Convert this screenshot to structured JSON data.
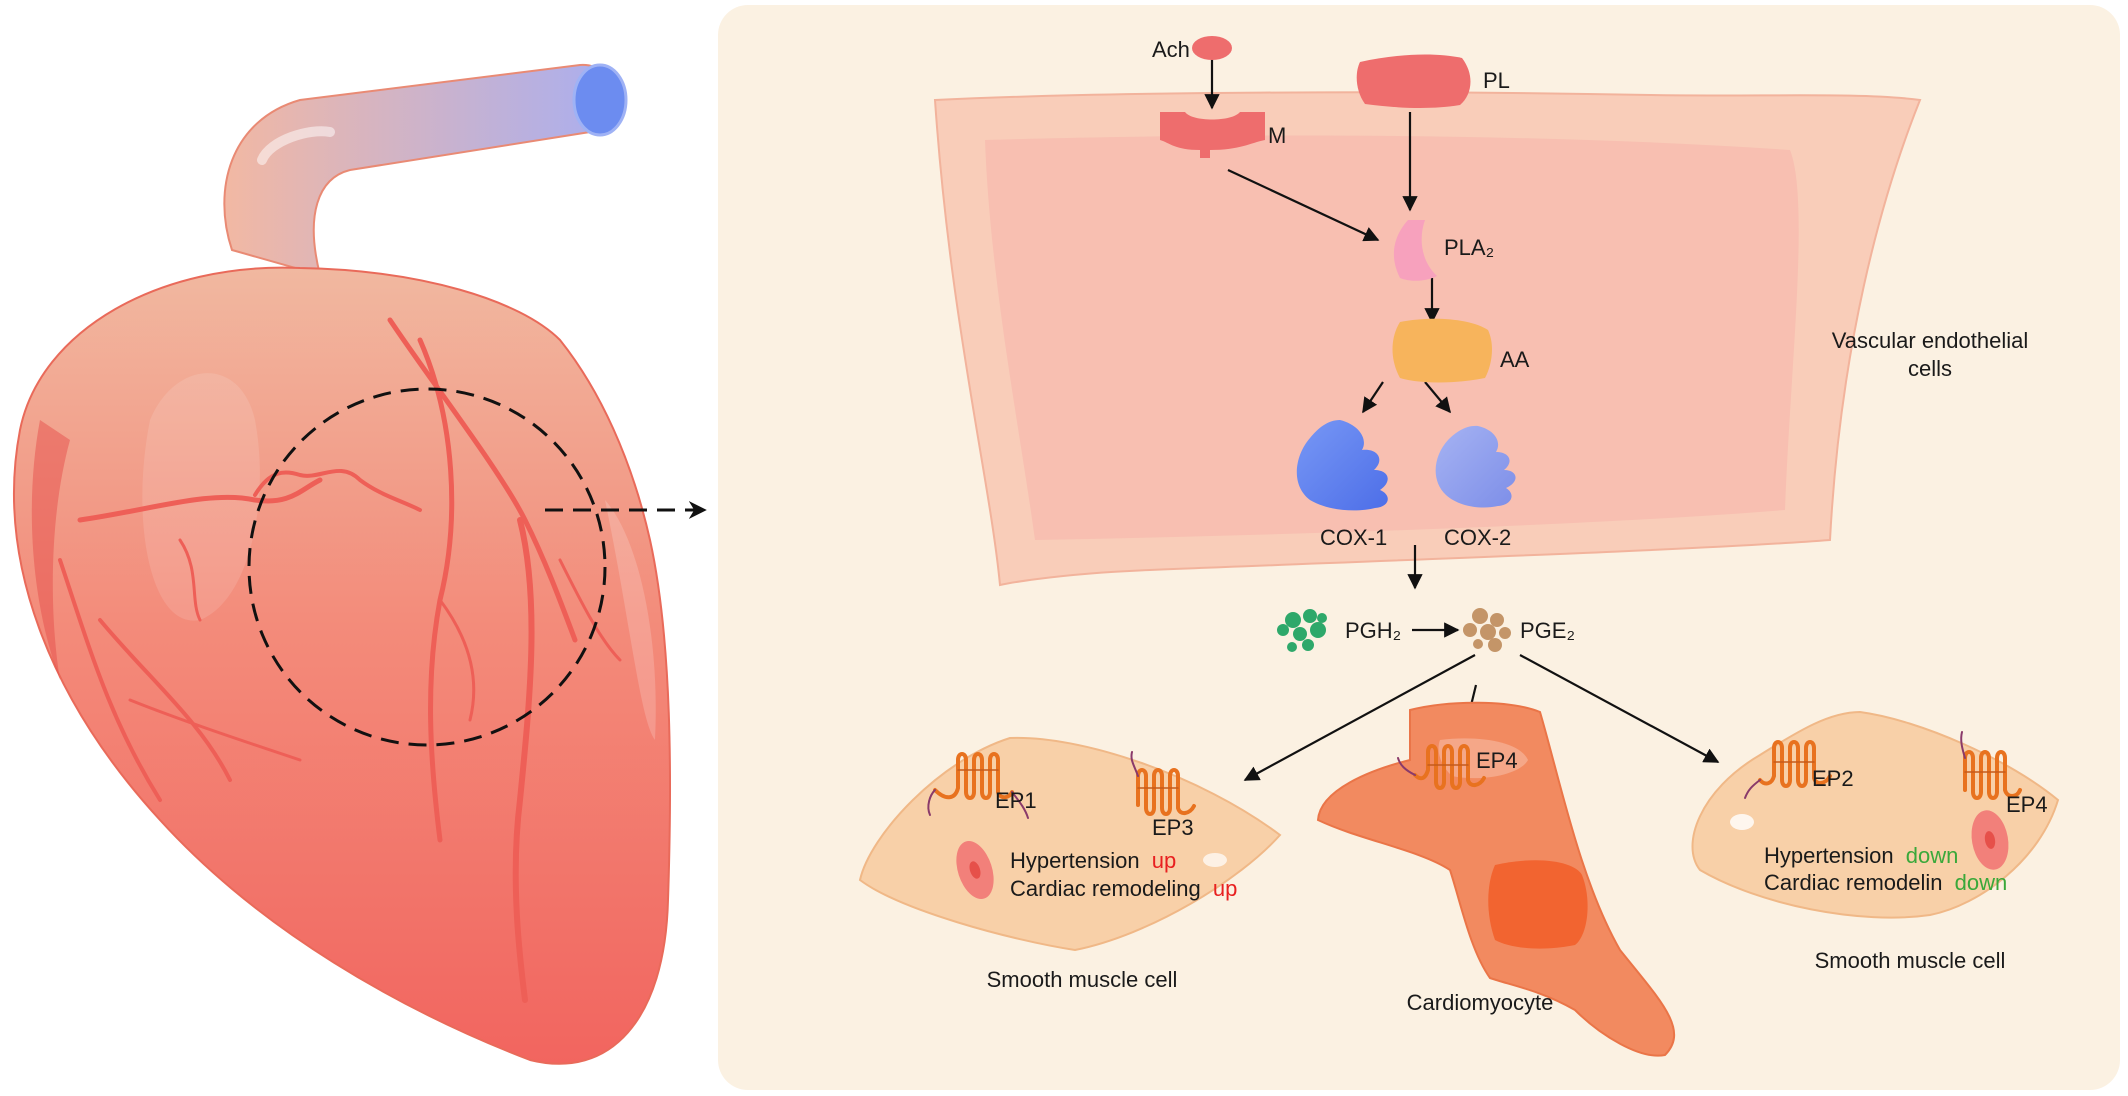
{
  "labels": {
    "ach": "Ach",
    "m": "M",
    "pl": "PL",
    "pla2": "PLA₂",
    "aa": "AA",
    "cox1": "COX-1",
    "cox2": "COX-2",
    "endothelial_line1": "Vascular endothelial",
    "endothelial_line2": "cells",
    "pgh2": "PGH₂",
    "pge2": "PGE₂",
    "ep1": "EP1",
    "ep3": "EP3",
    "ep4_cardio": "EP4",
    "ep2": "EP2",
    "ep4_smooth": "EP4",
    "left_cell": {
      "hypertension": "Hypertension",
      "hypertension_effect": "up",
      "remodeling": "Cardiac remodeling",
      "remodeling_effect": "up",
      "name": "Smooth muscle cell"
    },
    "right_cell": {
      "hypertension": "Hypertension",
      "hypertension_effect": "down",
      "remodeling": "Cardiac remodelin",
      "remodeling_effect": "down",
      "name": "Smooth muscle cell"
    },
    "cardiomyocyte": "Cardiomyocyte"
  },
  "colors": {
    "panel_bg": "#fbf1e2",
    "heart": "#f2766c",
    "endothelial": "#f9c9b8",
    "receptor": "#ee6d6d",
    "pla2": "#f7a1bd",
    "aa": "#f7b45c",
    "cox1": "#5b7ef0",
    "cox2": "#8d9df0",
    "pgh2": "#2ea86a",
    "pge2": "#c49568",
    "ep_receptor": "#e8721f",
    "smooth_cell": "#f8d0a8",
    "cardiomyocyte": "#f28a60",
    "up": "#e82020",
    "down": "#3aa83a"
  }
}
